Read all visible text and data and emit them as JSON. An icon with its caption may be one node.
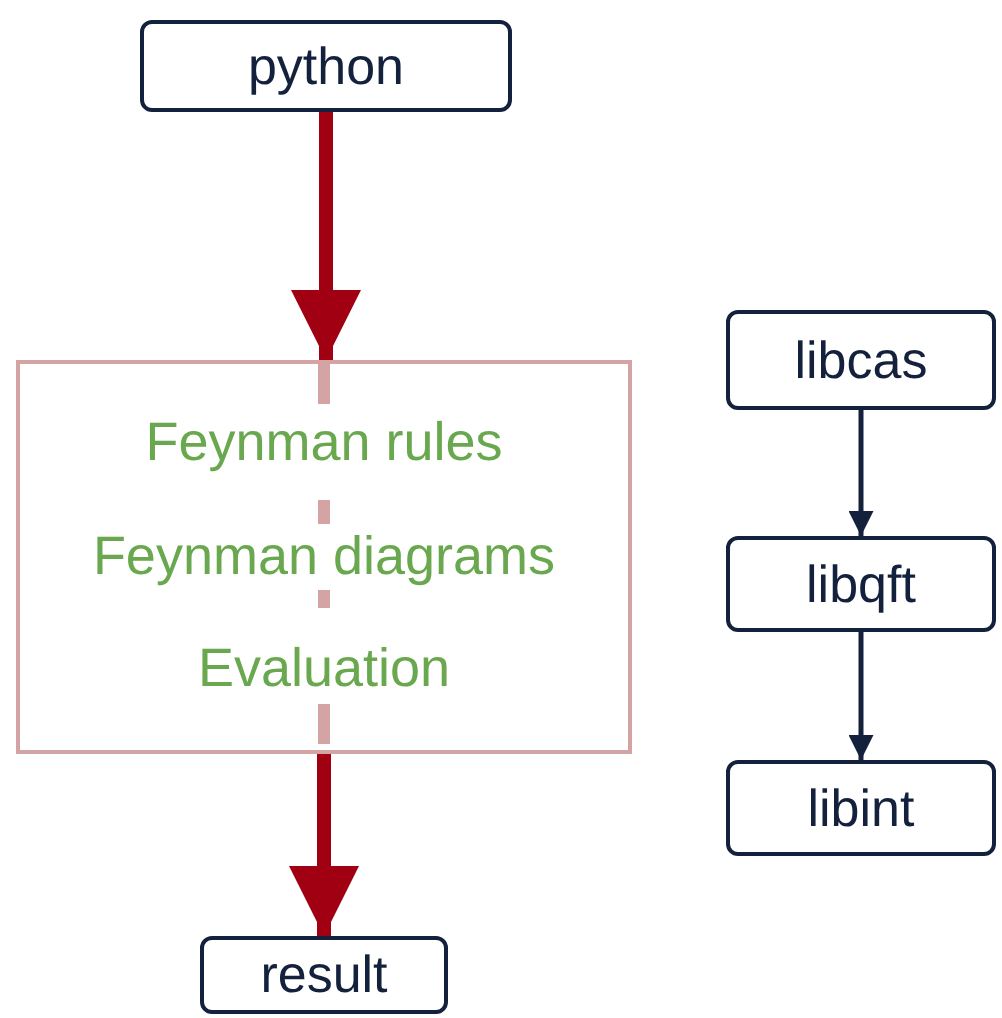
{
  "diagram": {
    "nodes": [
      {
        "text": [
          "python"
        ]
      },
      {
        "text": [
          "Feynman rules",
          "Feynman diagrams",
          "Evaluation"
        ]
      },
      {
        "text": [
          "result"
        ]
      },
      {
        "text": [
          "libcas"
        ]
      },
      {
        "text": [
          "libqft"
        ]
      },
      {
        "text": [
          "libint"
        ]
      }
    ],
    "edges": [
      {
        "from": 0,
        "to": 1,
        "arrow": "to",
        "style": "thick",
        "color": "#a00012"
      },
      {
        "from": 1,
        "to": 2,
        "arrow": "to",
        "style": "thick",
        "color": "#a00012"
      },
      {
        "from": 3,
        "to": 4,
        "arrow": "to",
        "color": "#14213d"
      },
      {
        "from": 4,
        "to": 5,
        "arrow": "to",
        "color": "#14213d"
      }
    ]
  }
}
